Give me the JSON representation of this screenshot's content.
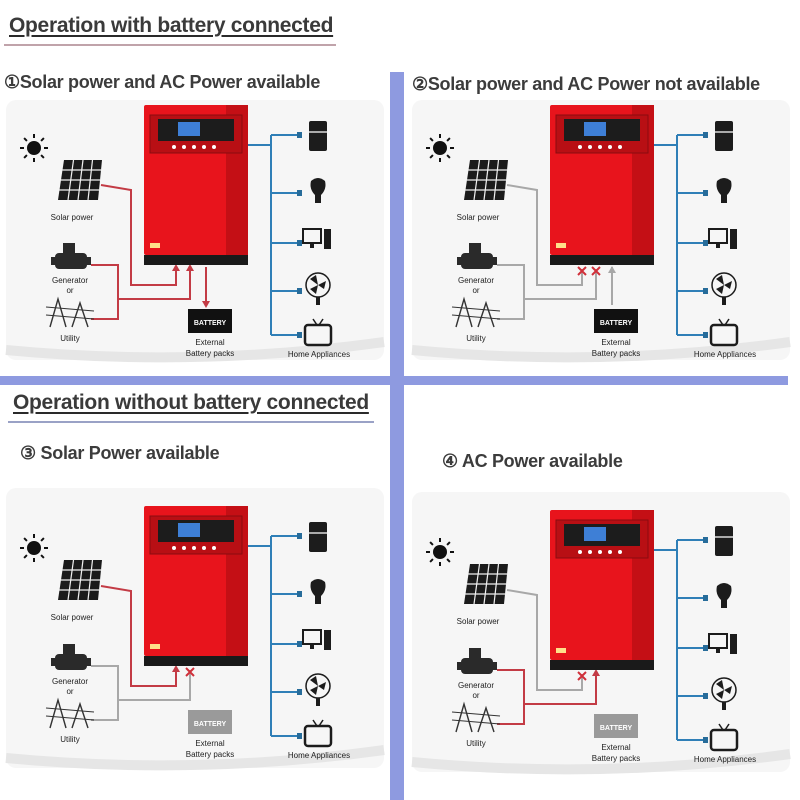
{
  "sections": {
    "with_battery": "Operation with battery connected",
    "without_battery": "Operation without battery connected"
  },
  "panels": [
    {
      "id": "p1",
      "title": "①Solar power and AC Power available",
      "battery_visible": true,
      "solar_ok": true,
      "ac_ok": true
    },
    {
      "id": "p2",
      "title": "②Solar power and AC Power not available",
      "battery_visible": true,
      "solar_ok": false,
      "ac_ok": false
    },
    {
      "id": "p3",
      "title": "③ Solar Power available",
      "battery_visible": false,
      "solar_ok": true,
      "ac_ok": false
    },
    {
      "id": "p4",
      "title": "④ AC Power available",
      "battery_visible": false,
      "solar_ok": false,
      "ac_ok": true
    }
  ],
  "labels": {
    "solar": "Solar power",
    "generator": "Generator",
    "or": "or",
    "utility": "Utility",
    "battery_badge": "BATTERY",
    "battery_caption_1": "External",
    "battery_caption_2": "Battery packs",
    "appliances": "Home Appliances"
  },
  "colors": {
    "inverter_red": "#e8141c",
    "active_line": "#c33b45",
    "idle_line": "#a8a8a8",
    "appliance_line": "#2f7fb7",
    "separator": "#8e9ae0",
    "section_rule": "#c0a3aa"
  }
}
